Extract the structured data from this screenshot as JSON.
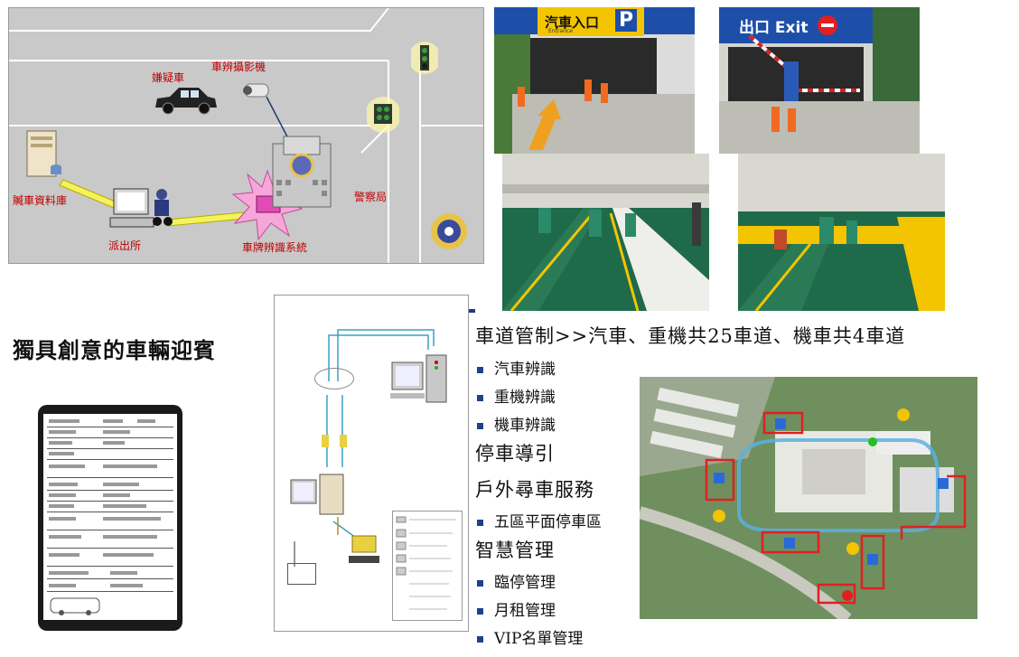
{
  "map_panel": {
    "labels": {
      "suspect_car": "嫌疑車",
      "camera": "車辨攝影機",
      "database": "贓車資料庫",
      "station": "派出所",
      "police_bureau": "警察局",
      "lpr_system": "車牌辨識系統"
    }
  },
  "photos": {
    "entrance_sign": "汽車入口",
    "entrance_sign_sub": "Entrance",
    "exit_sign": "出口 Exit"
  },
  "left_title": "獨具創意的車輛迎賓",
  "right_list": {
    "heading": "車道管制>>汽車、重機共25車道、機車共4車道",
    "lane_items": [
      "汽車辨識",
      "重機辨識",
      "機車辨識"
    ],
    "parking_guide": "停車導引",
    "outdoor_search": "戶外尋車服務",
    "outdoor_items": [
      "五區平面停車區"
    ],
    "smart_mgmt": "智慧管理",
    "mgmt_items": [
      "臨停管理",
      "月租管理",
      "VIP名單管理"
    ]
  },
  "colors": {
    "label_red": "#c00000",
    "bullet_blue": "#1f3f8f",
    "map_gray": "#c9c9c9",
    "lane_green": "#1f6a4a",
    "sign_yellow": "#f2c500",
    "sign_blue": "#1d4fa8"
  }
}
